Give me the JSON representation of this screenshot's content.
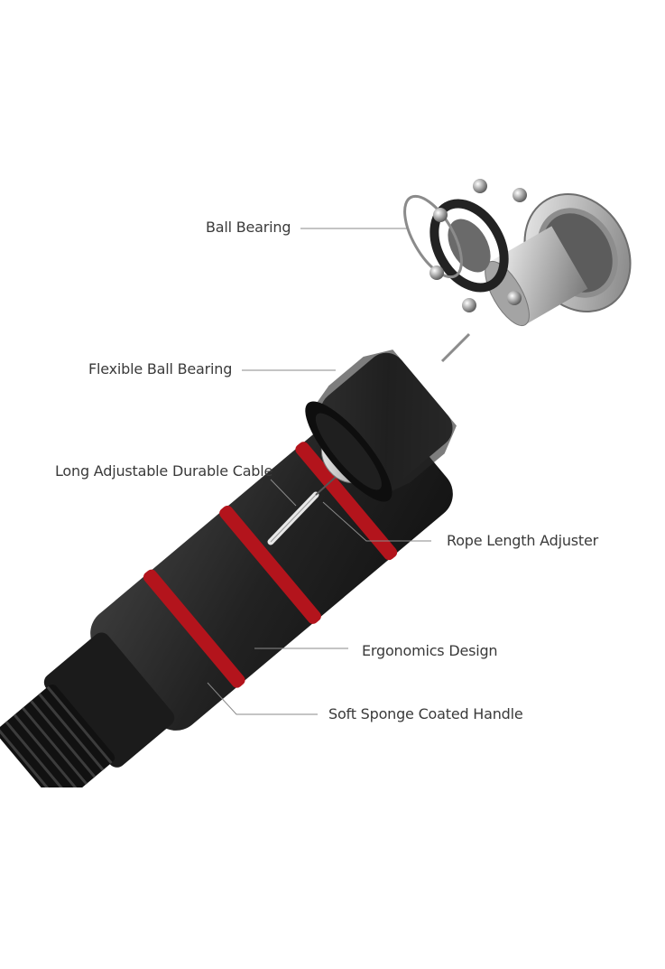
{
  "labels": {
    "ball_bearing": "Ball Bearing",
    "flexible_ball_bearing": "Flexible Ball Bearing",
    "cable": "Long Adjustable Durable Cable",
    "rope_length_adjuster": "Rope Length Adjuster",
    "ergonomics": "Ergonomics Design",
    "sponge_handle": "Soft Sponge Coated Handle"
  },
  "colors": {
    "leader_line": "#8a8a8a",
    "handle_dark": "#2b2b2b",
    "handle_stripe": "#b3141c",
    "metal": "#c9c9c9",
    "cap": "#1f1f1f"
  }
}
